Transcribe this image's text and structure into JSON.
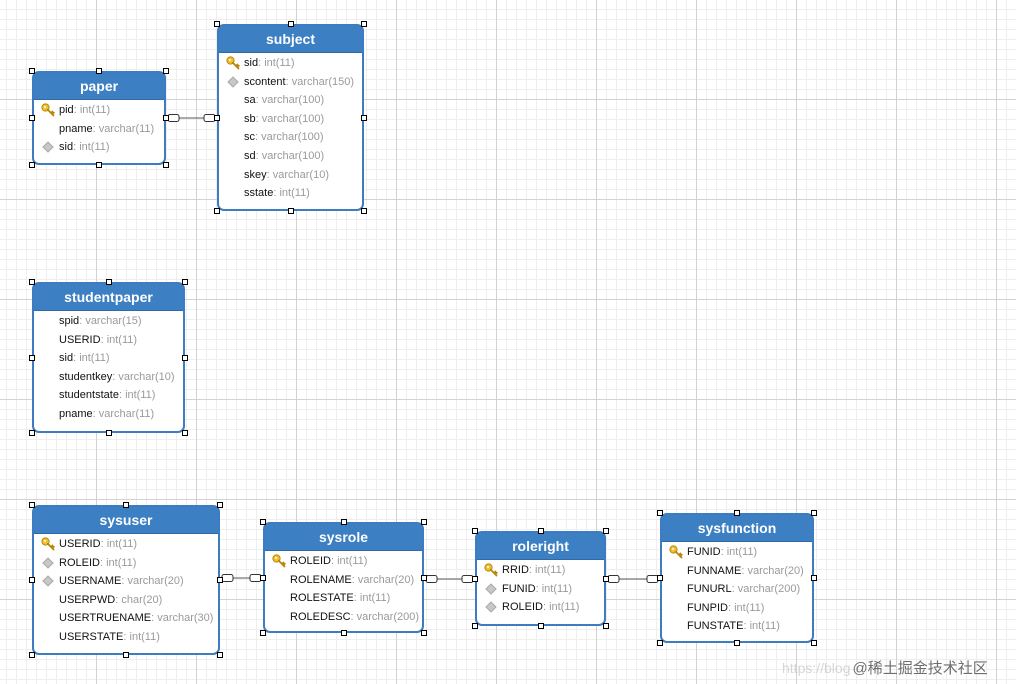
{
  "diagram": {
    "tables": [
      {
        "id": "paper",
        "title": "paper",
        "fields": [
          {
            "name": "pid",
            "type": "int(11)",
            "icon": "key"
          },
          {
            "name": "pname",
            "type": "varchar(11)",
            "icon": "none"
          },
          {
            "name": "sid",
            "type": "int(11)",
            "icon": "diamond"
          }
        ]
      },
      {
        "id": "subject",
        "title": "subject",
        "fields": [
          {
            "name": "sid",
            "type": "int(11)",
            "icon": "key"
          },
          {
            "name": "scontent",
            "type": "varchar(150)",
            "icon": "diamond"
          },
          {
            "name": "sa",
            "type": "varchar(100)",
            "icon": "none"
          },
          {
            "name": "sb",
            "type": "varchar(100)",
            "icon": "none"
          },
          {
            "name": "sc",
            "type": "varchar(100)",
            "icon": "none"
          },
          {
            "name": "sd",
            "type": "varchar(100)",
            "icon": "none"
          },
          {
            "name": "skey",
            "type": "varchar(10)",
            "icon": "none"
          },
          {
            "name": "sstate",
            "type": "int(11)",
            "icon": "none"
          }
        ]
      },
      {
        "id": "studentpaper",
        "title": "studentpaper",
        "fields": [
          {
            "name": "spid",
            "type": "varchar(15)",
            "icon": "none"
          },
          {
            "name": "USERID",
            "type": "int(11)",
            "icon": "none"
          },
          {
            "name": "sid",
            "type": "int(11)",
            "icon": "none"
          },
          {
            "name": "studentkey",
            "type": "varchar(10)",
            "icon": "none"
          },
          {
            "name": "studentstate",
            "type": "int(11)",
            "icon": "none"
          },
          {
            "name": "pname",
            "type": "varchar(11)",
            "icon": "none"
          }
        ]
      },
      {
        "id": "sysuser",
        "title": "sysuser",
        "fields": [
          {
            "name": "USERID",
            "type": "int(11)",
            "icon": "key"
          },
          {
            "name": "ROLEID",
            "type": "int(11)",
            "icon": "diamond"
          },
          {
            "name": "USERNAME",
            "type": "varchar(20)",
            "icon": "diamond"
          },
          {
            "name": "USERPWD",
            "type": "char(20)",
            "icon": "none"
          },
          {
            "name": "USERTRUENAME",
            "type": "varchar(30)",
            "icon": "none"
          },
          {
            "name": "USERSTATE",
            "type": "int(11)",
            "icon": "none"
          }
        ]
      },
      {
        "id": "sysrole",
        "title": "sysrole",
        "fields": [
          {
            "name": "ROLEID",
            "type": "int(11)",
            "icon": "key"
          },
          {
            "name": "ROLENAME",
            "type": "varchar(20)",
            "icon": "none"
          },
          {
            "name": "ROLESTATE",
            "type": "int(11)",
            "icon": "none"
          },
          {
            "name": "ROLEDESC",
            "type": "varchar(200)",
            "icon": "none"
          }
        ]
      },
      {
        "id": "roleright",
        "title": "roleright",
        "fields": [
          {
            "name": "RRID",
            "type": "int(11)",
            "icon": "key"
          },
          {
            "name": "FUNID",
            "type": "int(11)",
            "icon": "diamond"
          },
          {
            "name": "ROLEID",
            "type": "int(11)",
            "icon": "diamond"
          }
        ]
      },
      {
        "id": "sysfunction",
        "title": "sysfunction",
        "fields": [
          {
            "name": "FUNID",
            "type": "int(11)",
            "icon": "key"
          },
          {
            "name": "FUNNAME",
            "type": "varchar(20)",
            "icon": "none"
          },
          {
            "name": "FUNURL",
            "type": "varchar(200)",
            "icon": "none"
          },
          {
            "name": "FUNPID",
            "type": "int(11)",
            "icon": "none"
          },
          {
            "name": "FUNSTATE",
            "type": "int(11)",
            "icon": "none"
          }
        ]
      }
    ],
    "relationships": [
      {
        "from": "paper",
        "to": "subject"
      },
      {
        "from": "sysuser",
        "to": "sysrole"
      },
      {
        "from": "sysrole",
        "to": "roleright"
      },
      {
        "from": "roleright",
        "to": "sysfunction"
      }
    ]
  },
  "watermark": {
    "url_text": "https://blog",
    "text": "@稀土掘金技术社区"
  }
}
